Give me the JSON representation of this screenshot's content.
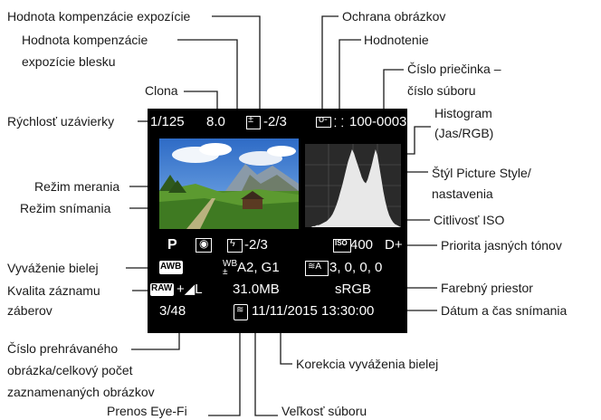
{
  "labels": {
    "exposure_comp": "Hodnota kompenzácie expozície",
    "protect": "Ochrana obrázkov",
    "flash_comp_1": "Hodnota kompenzácie",
    "flash_comp_2": "expozície blesku",
    "rating": "Hodnotenie",
    "folder_1": "Číslo priečinka –",
    "folder_2": "číslo súboru",
    "aperture": "Clona",
    "shutter": "Rýchlosť uzávierky",
    "histogram_1": "Histogram",
    "histogram_2": "(Jas/RGB)",
    "picture_style_1": "Štýl Picture Style/",
    "picture_style_2": "nastavenia",
    "metering": "Režim merania",
    "shooting_mode": "Režim snímania",
    "iso": "Citlivosť ISO",
    "highlight": "Priorita jasných tónov",
    "wb": "Vyváženie bielej",
    "quality_1": "Kvalita záznamu",
    "quality_2": "záberov",
    "color_space": "Farebný priestor",
    "datetime": "Dátum a čas snímania",
    "playback_num_1": "Číslo prehrávaného",
    "playback_num_2": "obrázka/celkový počet",
    "playback_num_3": "zaznamenaných obrázkov",
    "wb_correction": "Korekcia vyváženia bielej",
    "eyefi": "Prenos Eye-Fi",
    "file_size": "Veľkosť súboru"
  },
  "screen": {
    "shutter_value": "1/125",
    "aperture_value": "8.0",
    "exp_comp_value": "-2/3",
    "folder_file": "100-0003",
    "mode": "P",
    "flash_comp_value": "-2/3",
    "iso_value": "400",
    "d_plus": "D+",
    "awb": "AWB",
    "wb_shift": "A2, G1",
    "picture_style_values": "3, 0, 0, 0",
    "raw": "RAW",
    "file_size_value": "31.0MB",
    "color_space_value": "sRGB",
    "playback_count": "3/48",
    "date_time": "11/11/2015 13:30:00"
  },
  "histogram": [
    0,
    0,
    0,
    0,
    1,
    1,
    2,
    2,
    3,
    4,
    5,
    6,
    8,
    10,
    13,
    17,
    22,
    28,
    35,
    42,
    50,
    58,
    66,
    72,
    78,
    74,
    68,
    62,
    56,
    50,
    46,
    44,
    48,
    55,
    62,
    70,
    78,
    72,
    60,
    48,
    36,
    26,
    18,
    12,
    8,
    5,
    3,
    2,
    1,
    0
  ],
  "colors": {
    "screen_bg": "#000000",
    "text": "#ffffff",
    "line": "#1a1a1a"
  }
}
